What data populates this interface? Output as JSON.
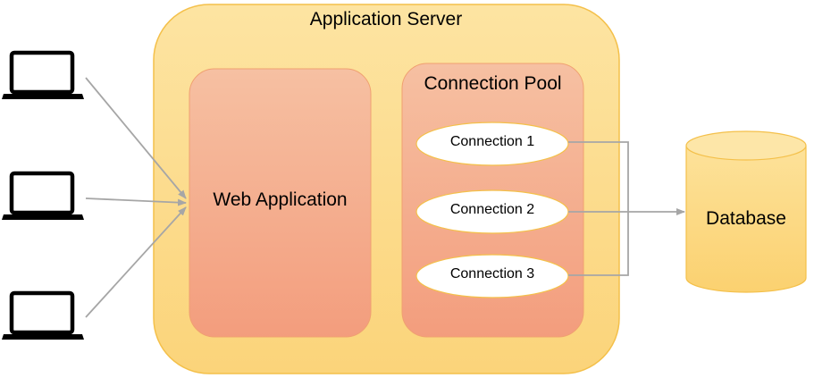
{
  "app_server": {
    "title": "Application Server",
    "fill_top": "#fde29a",
    "fill_bottom": "#fbd57a",
    "stroke": "#f4c04a"
  },
  "web_application": {
    "label": "Web Application",
    "fill_top": "#f6bea0",
    "fill_bottom": "#f39c7c"
  },
  "connection_pool": {
    "title": "Connection Pool",
    "connections": [
      {
        "label": "Connection 1"
      },
      {
        "label": "Connection 2"
      },
      {
        "label": "Connection 3"
      }
    ]
  },
  "database": {
    "label": "Database",
    "fill": "#fbd57a",
    "stroke": "#f4c04a"
  },
  "clients": [
    {
      "icon": "laptop-icon"
    },
    {
      "icon": "laptop-icon"
    },
    {
      "icon": "laptop-icon"
    }
  ],
  "connector_color": "#a6a6a6"
}
